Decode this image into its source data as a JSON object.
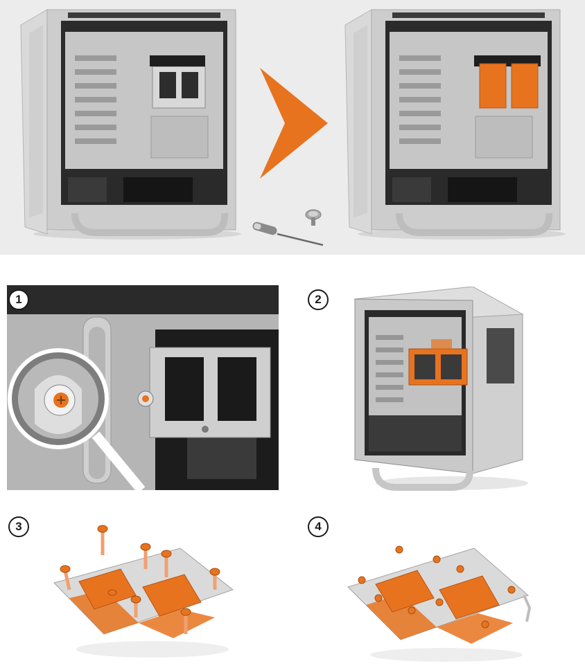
{
  "steps": [
    {
      "number": "1"
    },
    {
      "number": "2"
    },
    {
      "number": "3"
    },
    {
      "number": "4"
    }
  ],
  "colors": {
    "accent": "#e8731f",
    "case": "#c9c9c9",
    "hero_bg": "#ececec",
    "dark": "#1f1f1f"
  },
  "icons": [
    "arrow-right-icon",
    "screwdriver-icon",
    "thumbscrew-icon",
    "magnifier-icon"
  ]
}
